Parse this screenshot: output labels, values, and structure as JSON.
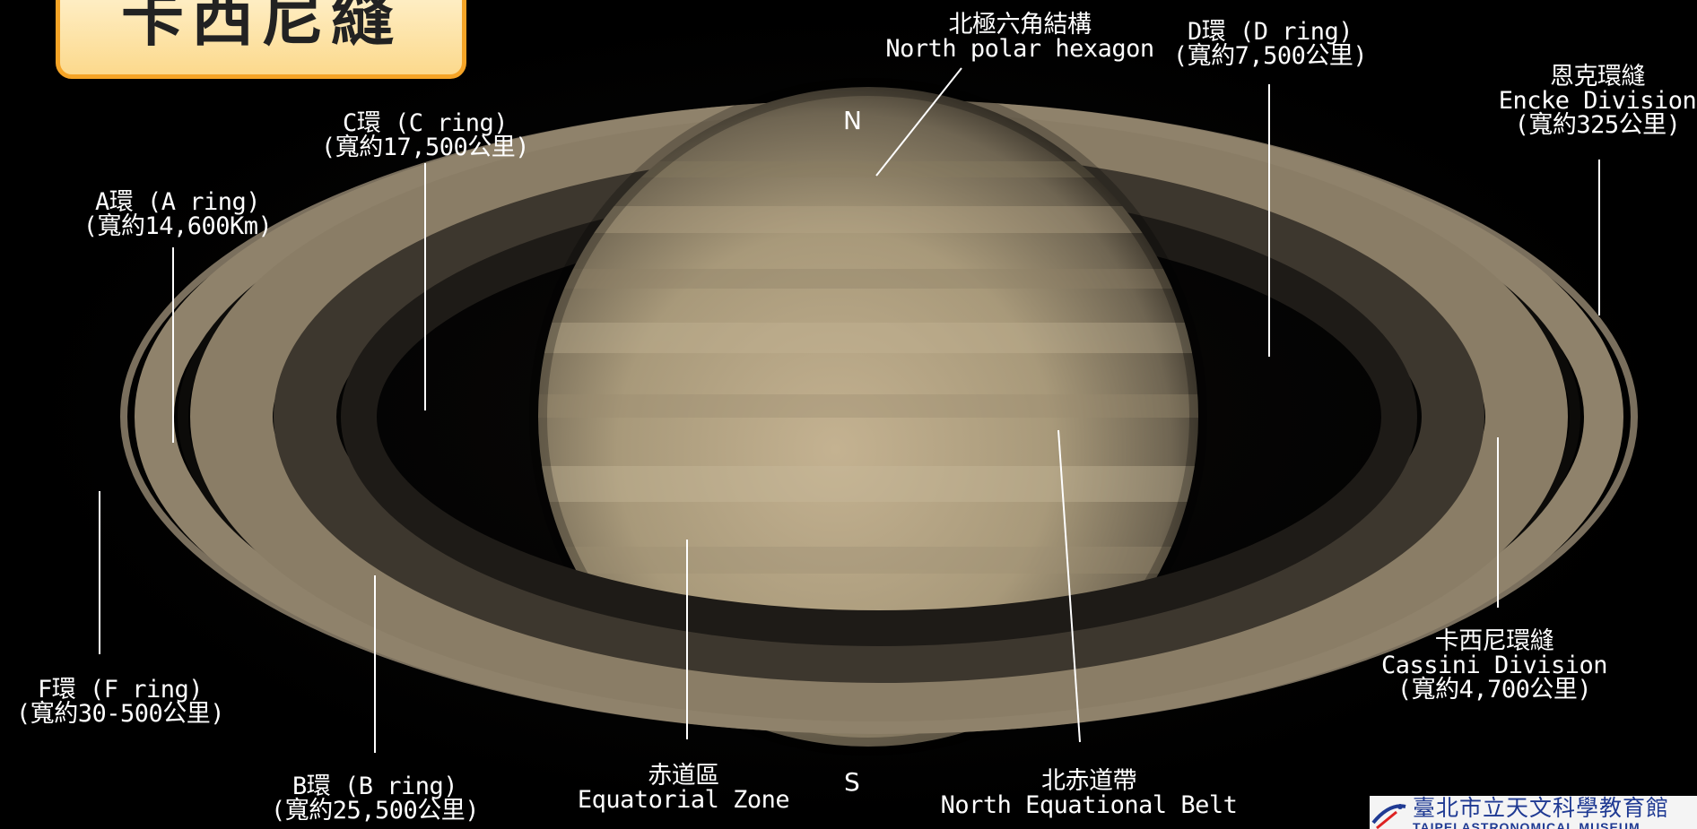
{
  "title": "卡西尼縫",
  "poles": {
    "north": "N",
    "south": "S"
  },
  "labels": {
    "north_polar_hexagon": {
      "zh": "北極六角結構",
      "en": "North polar hexagon"
    },
    "d_ring": {
      "name": "D環 (D ring)",
      "width": "(寬約7,500公里)"
    },
    "encke_division": {
      "zh": "恩克環縫",
      "en": "Encke Division",
      "width": "(寬約325公里)"
    },
    "c_ring": {
      "name": "C環 (C ring)",
      "width": "(寬約17,500公里)"
    },
    "a_ring": {
      "name": "A環 (A ring)",
      "width": "(寬約14,600Km)"
    },
    "f_ring": {
      "name": "F環 (F ring)",
      "width": "(寬約30-500公里)"
    },
    "b_ring": {
      "name": "B環 (B ring)",
      "width": "(寬約25,500公里)"
    },
    "equatorial_zone": {
      "zh": "赤道區",
      "en": "Equatorial Zone"
    },
    "north_equational_belt": {
      "zh": "北赤道帶",
      "en": "North Equational Belt"
    },
    "cassini_division": {
      "zh": "卡西尼環縫",
      "en": "Cassini Division",
      "width": "(寬約4,700公里)"
    }
  },
  "logo": {
    "zh": "臺北市立天文科學教育館",
    "en": "TAIPEI ASTRONOMICAL MUSEUM"
  },
  "colors": {
    "background": "#000000",
    "planet": "#a8997a",
    "rings": "#8a7c66",
    "title_border": "#f5a426",
    "logo_text": "#1f3a93"
  }
}
